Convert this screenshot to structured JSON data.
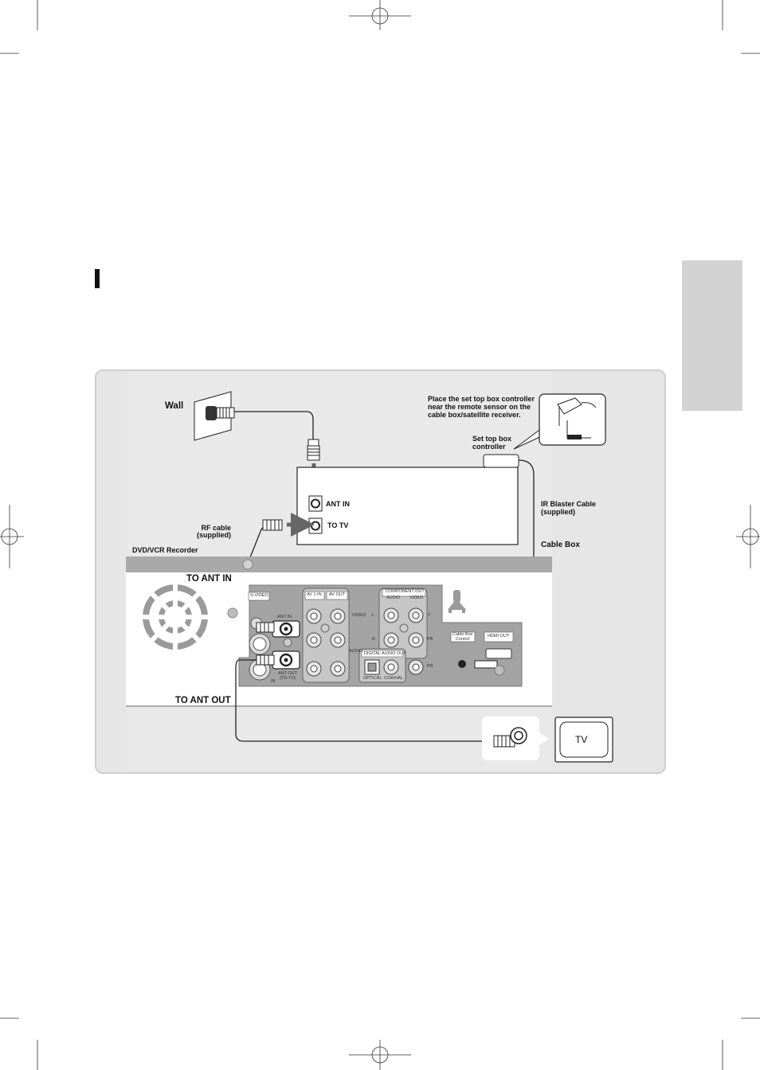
{
  "diagram": {
    "wall": "Wall",
    "rf_cable": "RF cable\n(supplied)",
    "recorder": "DVD/VCR Recorder",
    "to_ant_in": "TO ANT IN",
    "to_ant_out": "TO ANT OUT",
    "note": "Place the set top box controller\nnear the remote sensor on the\ncable box/satellite receiver.",
    "set_top_box": "Set top box\ncontroller",
    "ir_blaster": "IR Blaster Cable\n(supplied)",
    "cable_box": "Cable Box",
    "cable_box_ant_in": "ANT IN",
    "cable_box_to_tv": "TO TV",
    "tv": "TV"
  },
  "panel_labels": {
    "s_video": "S-VIDEO",
    "av1_in": "AV 1 IN",
    "av_out": "AV OUT",
    "component_out": "COMPONENT OUT",
    "audio": "AUDIO",
    "video": "VIDEO",
    "video_side": "VIDEO",
    "audio_side": "AUDIO",
    "ant_in": "ANT IN",
    "ant_out": "ANT OUT\n(TO TV)",
    "digital_audio_out": "DIGITAL AUDIO OUT",
    "optical": "OPTICAL",
    "coaxial": "COAXIAL",
    "cable_box_control": "Cable Box\nControl",
    "hdmi_out": "HDMI OUT",
    "in": "IN",
    "l": "L",
    "r": "R",
    "y": "Y",
    "pb": "PB",
    "pr": "PR"
  }
}
